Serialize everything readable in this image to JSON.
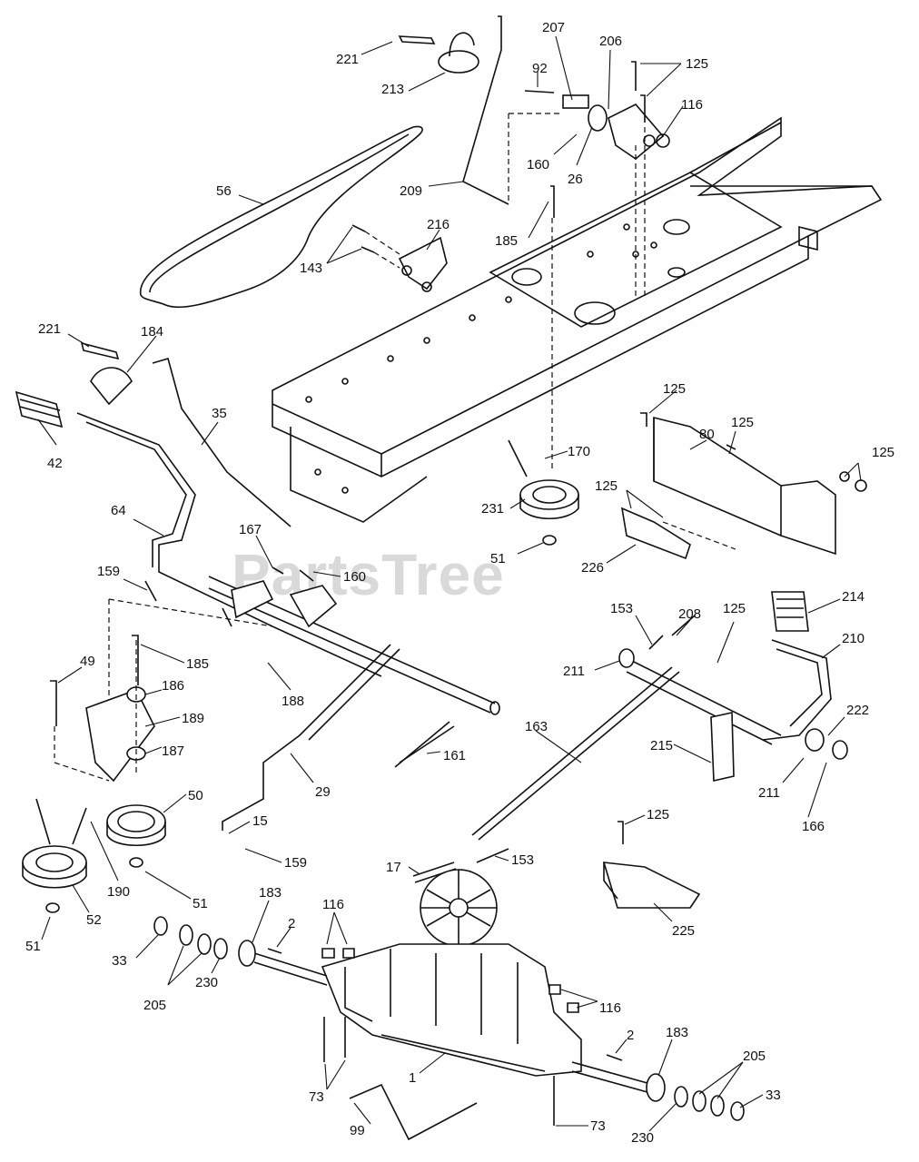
{
  "watermark": "PartsTree",
  "callouts": [
    {
      "id": "c221a",
      "text": "221"
    },
    {
      "id": "c213",
      "text": "213"
    },
    {
      "id": "c207",
      "text": "207"
    },
    {
      "id": "c206",
      "text": "206"
    },
    {
      "id": "c125a",
      "text": "125"
    },
    {
      "id": "c92",
      "text": "92"
    },
    {
      "id": "c116a",
      "text": "116"
    },
    {
      "id": "c160a",
      "text": "160"
    },
    {
      "id": "c26",
      "text": "26"
    },
    {
      "id": "c209",
      "text": "209"
    },
    {
      "id": "c56",
      "text": "56"
    },
    {
      "id": "c216",
      "text": "216"
    },
    {
      "id": "c143",
      "text": "143"
    },
    {
      "id": "c185a",
      "text": "185"
    },
    {
      "id": "c221b",
      "text": "221"
    },
    {
      "id": "c184",
      "text": "184"
    },
    {
      "id": "c42",
      "text": "42"
    },
    {
      "id": "c35",
      "text": "35"
    },
    {
      "id": "c125b",
      "text": "125"
    },
    {
      "id": "c125c",
      "text": "125"
    },
    {
      "id": "c80",
      "text": "80"
    },
    {
      "id": "c125d",
      "text": "125"
    },
    {
      "id": "c170",
      "text": "170"
    },
    {
      "id": "c125e",
      "text": "125"
    },
    {
      "id": "c231",
      "text": "231"
    },
    {
      "id": "c64",
      "text": "64"
    },
    {
      "id": "c167",
      "text": "167"
    },
    {
      "id": "c160b",
      "text": "160"
    },
    {
      "id": "c51a",
      "text": "51"
    },
    {
      "id": "c226",
      "text": "226"
    },
    {
      "id": "c159a",
      "text": "159"
    },
    {
      "id": "c214",
      "text": "214"
    },
    {
      "id": "c153a",
      "text": "153"
    },
    {
      "id": "c208",
      "text": "208"
    },
    {
      "id": "c125f",
      "text": "125"
    },
    {
      "id": "c210",
      "text": "210"
    },
    {
      "id": "c185b",
      "text": "185"
    },
    {
      "id": "c49",
      "text": "49"
    },
    {
      "id": "c186",
      "text": "186"
    },
    {
      "id": "c188",
      "text": "188"
    },
    {
      "id": "c211a",
      "text": "211"
    },
    {
      "id": "c189",
      "text": "189"
    },
    {
      "id": "c222",
      "text": "222"
    },
    {
      "id": "c163",
      "text": "163"
    },
    {
      "id": "c187",
      "text": "187"
    },
    {
      "id": "c161",
      "text": "161"
    },
    {
      "id": "c215",
      "text": "215"
    },
    {
      "id": "c50",
      "text": "50"
    },
    {
      "id": "c29",
      "text": "29"
    },
    {
      "id": "c211b",
      "text": "211"
    },
    {
      "id": "c166",
      "text": "166"
    },
    {
      "id": "c15",
      "text": "15"
    },
    {
      "id": "c125g",
      "text": "125"
    },
    {
      "id": "c159b",
      "text": "159"
    },
    {
      "id": "c190",
      "text": "190"
    },
    {
      "id": "c17",
      "text": "17"
    },
    {
      "id": "c153b",
      "text": "153"
    },
    {
      "id": "c51b",
      "text": "51"
    },
    {
      "id": "c52",
      "text": "52"
    },
    {
      "id": "c183a",
      "text": "183"
    },
    {
      "id": "c2a",
      "text": "2"
    },
    {
      "id": "c116b",
      "text": "116"
    },
    {
      "id": "c225",
      "text": "225"
    },
    {
      "id": "c51c",
      "text": "51"
    },
    {
      "id": "c33a",
      "text": "33"
    },
    {
      "id": "c205a",
      "text": "205"
    },
    {
      "id": "c230a",
      "text": "230"
    },
    {
      "id": "c116c",
      "text": "116"
    },
    {
      "id": "c2b",
      "text": "2"
    },
    {
      "id": "c183b",
      "text": "183"
    },
    {
      "id": "c1",
      "text": "1"
    },
    {
      "id": "c205b",
      "text": "205"
    },
    {
      "id": "c73a",
      "text": "73"
    },
    {
      "id": "c33b",
      "text": "33"
    },
    {
      "id": "c99",
      "text": "99"
    },
    {
      "id": "c73b",
      "text": "73"
    },
    {
      "id": "c230b",
      "text": "230"
    }
  ]
}
